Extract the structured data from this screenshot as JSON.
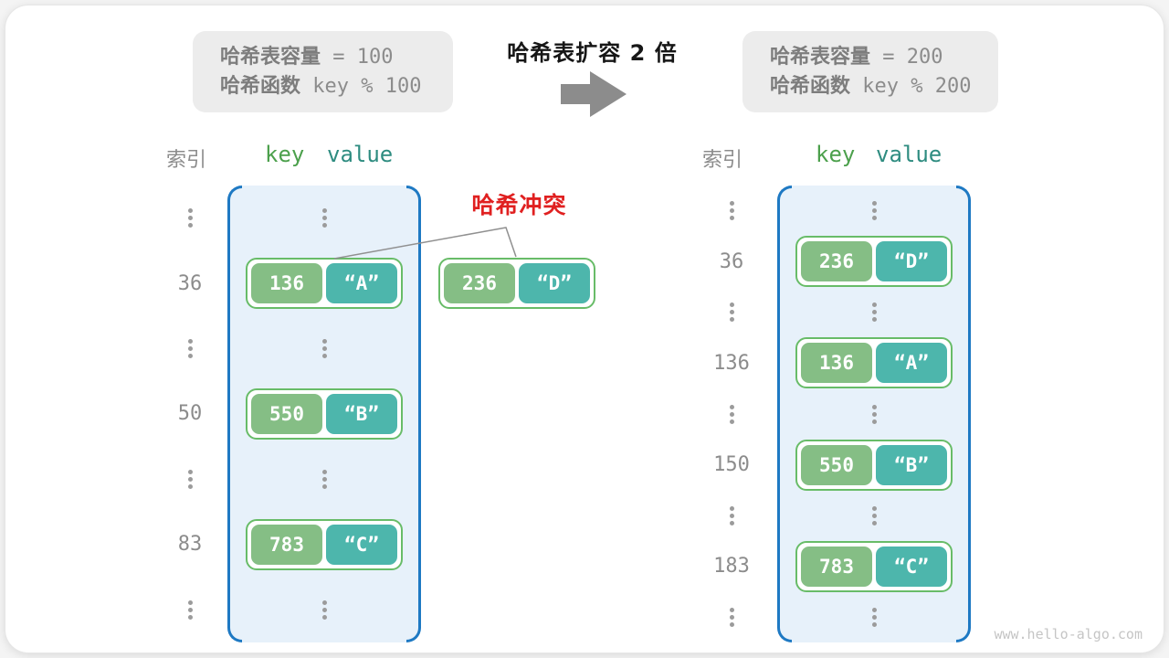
{
  "info_left": {
    "line1_label": "哈希表容量",
    "line1_value": " = 100",
    "line2_label": "哈希函数",
    "line2_value": " key % 100"
  },
  "info_right": {
    "line1_label": "哈希表容量",
    "line1_value": " = 200",
    "line2_label": "哈希函数",
    "line2_value": " key % 200"
  },
  "transition": {
    "title": "哈希表扩容 2 倍"
  },
  "collision": {
    "label": "哈希冲突",
    "pair": {
      "key": "236",
      "value": "“D”"
    }
  },
  "table_left": {
    "headers": {
      "index": "索引",
      "key": "key",
      "value": "value"
    },
    "capacity": "100",
    "rows": [
      {
        "type": "dots"
      },
      {
        "type": "pair",
        "index": "36",
        "key": "136",
        "value": "“A”"
      },
      {
        "type": "dots"
      },
      {
        "type": "pair",
        "index": "50",
        "key": "550",
        "value": "“B”"
      },
      {
        "type": "dots"
      },
      {
        "type": "pair",
        "index": "83",
        "key": "783",
        "value": "“C”"
      },
      {
        "type": "dots"
      }
    ]
  },
  "table_right": {
    "headers": {
      "index": "索引",
      "key": "key",
      "value": "value"
    },
    "capacity": "200",
    "rows": [
      {
        "type": "dots"
      },
      {
        "type": "pair",
        "index": "36",
        "key": "236",
        "value": "“D”"
      },
      {
        "type": "dots"
      },
      {
        "type": "pair",
        "index": "136",
        "key": "136",
        "value": "“A”"
      },
      {
        "type": "dots"
      },
      {
        "type": "pair",
        "index": "150",
        "key": "550",
        "value": "“B”"
      },
      {
        "type": "dots"
      },
      {
        "type": "pair",
        "index": "183",
        "key": "783",
        "value": "“C”"
      },
      {
        "type": "dots"
      }
    ]
  },
  "watermark": "www.hello-algo.com",
  "colors": {
    "container_fill": "#e7f1fa",
    "container_border": "#1e79c3",
    "pair_border": "#68bc68",
    "key_fill": "#85be85",
    "value_fill": "#4db6ac",
    "key_header_text": "#4ca04c",
    "value_header_text": "#2e8c80",
    "collision_red": "#e02020",
    "info_box_fill": "#ececec",
    "arrow_gray": "#8c8c8c"
  }
}
